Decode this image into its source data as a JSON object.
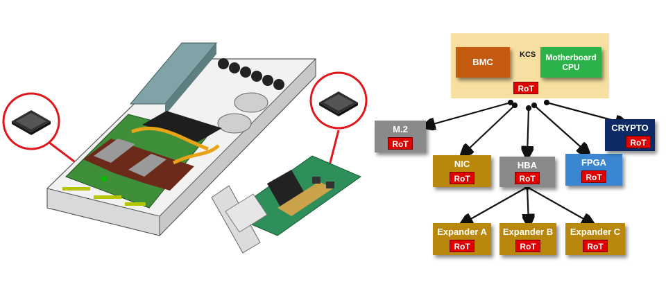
{
  "colors": {
    "host_panel": "#f6dfa0",
    "bmc": "#c55a11",
    "cpu": "#2bb34a",
    "gray_box": "#8a8a8a",
    "gold_box": "#b8870b",
    "blue_box": "#3a86d0",
    "navy_box": "#0d2a66",
    "rot": "#e00000",
    "callout_ring": "#e0161b"
  },
  "host": {
    "bmc_label": "BMC",
    "cpu_label": "Motherboard CPU",
    "interface_label": "KCS",
    "rot_label": "RoT"
  },
  "devices": {
    "m2": {
      "label": "M.2",
      "rot": "RoT"
    },
    "nic": {
      "label": "NIC",
      "rot": "RoT"
    },
    "hba": {
      "label": "HBA",
      "rot": "RoT"
    },
    "fpga": {
      "label": "FPGA",
      "rot": "RoT"
    },
    "crypto": {
      "label": "CRYPTO",
      "rot": "RoT"
    }
  },
  "expanders": {
    "a": {
      "label": "Expander A",
      "rot": "RoT"
    },
    "b": {
      "label": "Expander B",
      "rot": "RoT"
    },
    "c": {
      "label": "Expander C",
      "rot": "RoT"
    }
  },
  "icons": {
    "server": "server-chassis-illustration",
    "card": "pcie-card-illustration",
    "chip": "chip-icon"
  }
}
